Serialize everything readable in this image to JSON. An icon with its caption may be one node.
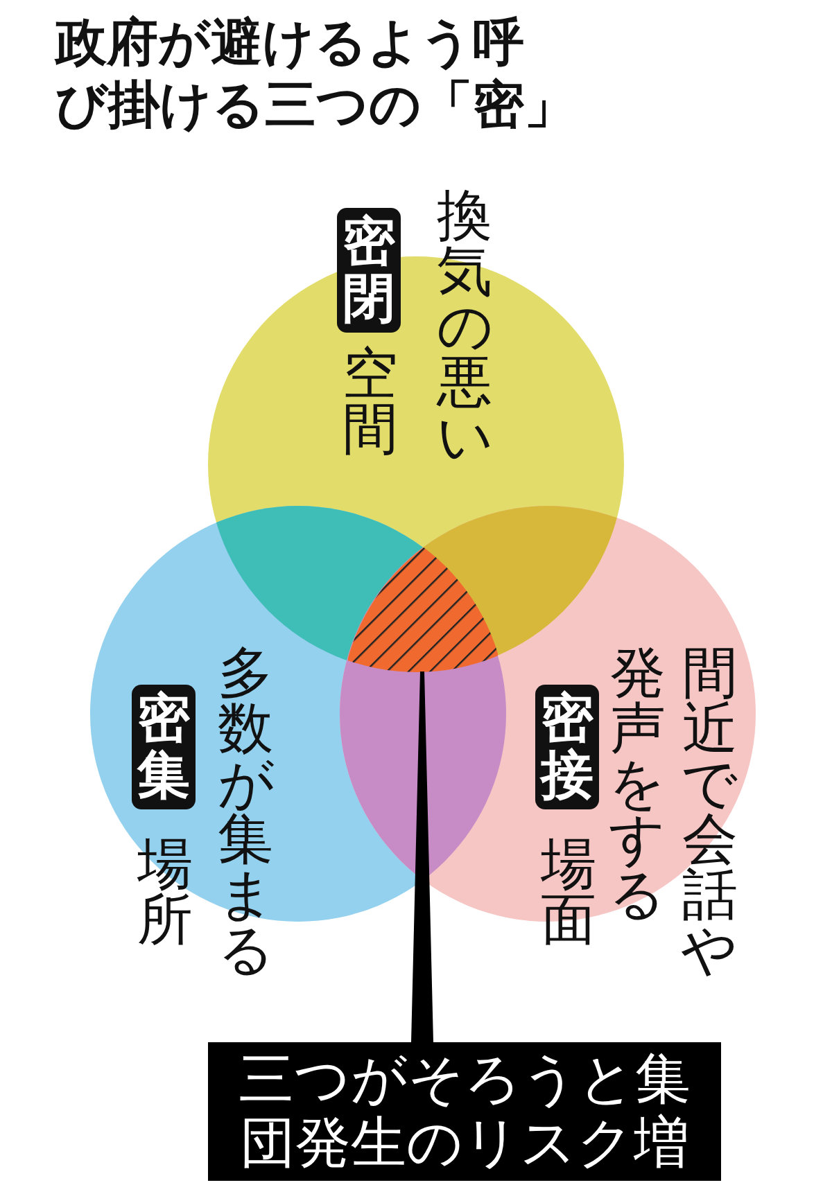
{
  "diagram": {
    "title": "政府が避けるよう呼び掛ける三つの「密」",
    "nodes": [
      {
        "text": [
          "密閉",
          "空間",
          "換気の悪い"
        ]
      },
      {
        "text": [
          "密集",
          "場所",
          "多数が集まる"
        ]
      },
      {
        "text": [
          "密接",
          "場面",
          "間近で会話や発声をする"
        ]
      },
      {
        "text": [],
        "shape": "triangle"
      },
      {
        "text": [
          "三つがそろうと集団発生のリスク増"
        ]
      }
    ],
    "edges": [
      {
        "from": 4,
        "to": 3,
        "arrow": "none",
        "style": "thick"
      }
    ]
  }
}
